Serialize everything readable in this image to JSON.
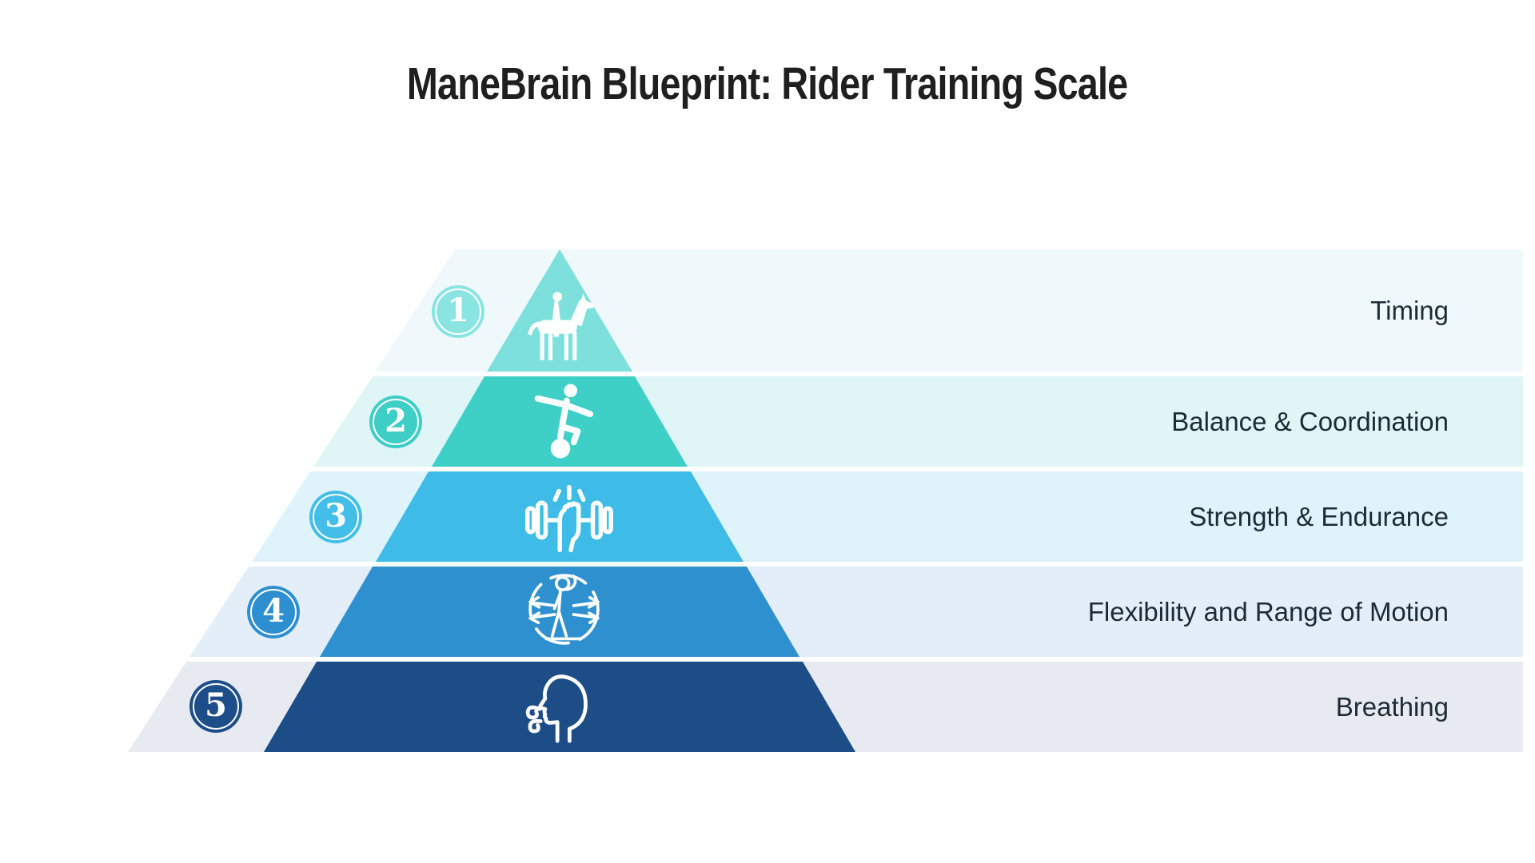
{
  "title": "ManeBrain Blueprint: Rider Training Scale",
  "levels": [
    {
      "number": "1",
      "label": "Timing",
      "icon": "horse-rider-icon",
      "colors": {
        "segment": "#7EE0DC",
        "band": "#EFF9FB",
        "badge": "#8AE4E1"
      }
    },
    {
      "number": "2",
      "label": "Balance & Coordination",
      "icon": "balance-ball-icon",
      "colors": {
        "segment": "#3ECFC7",
        "band": "#DFF5F6",
        "badge": "#3FCEC6"
      }
    },
    {
      "number": "3",
      "label": "Strength & Endurance",
      "icon": "dumbbell-grip-icon",
      "colors": {
        "segment": "#3EBCE7",
        "band": "#DFF3FA",
        "badge": "#42BEE9"
      }
    },
    {
      "number": "4",
      "label": "Flexibility and Range of Motion",
      "icon": "stretch-arrows-icon",
      "colors": {
        "segment": "#2F90D0",
        "band": "#E3EEF8",
        "badge": "#2E8FD0"
      }
    },
    {
      "number": "5",
      "label": "Breathing",
      "icon": "breathing-face-icon",
      "colors": {
        "segment": "#1D4D87",
        "band": "#E7EAF1",
        "badge": "#1D4E89"
      }
    }
  ]
}
